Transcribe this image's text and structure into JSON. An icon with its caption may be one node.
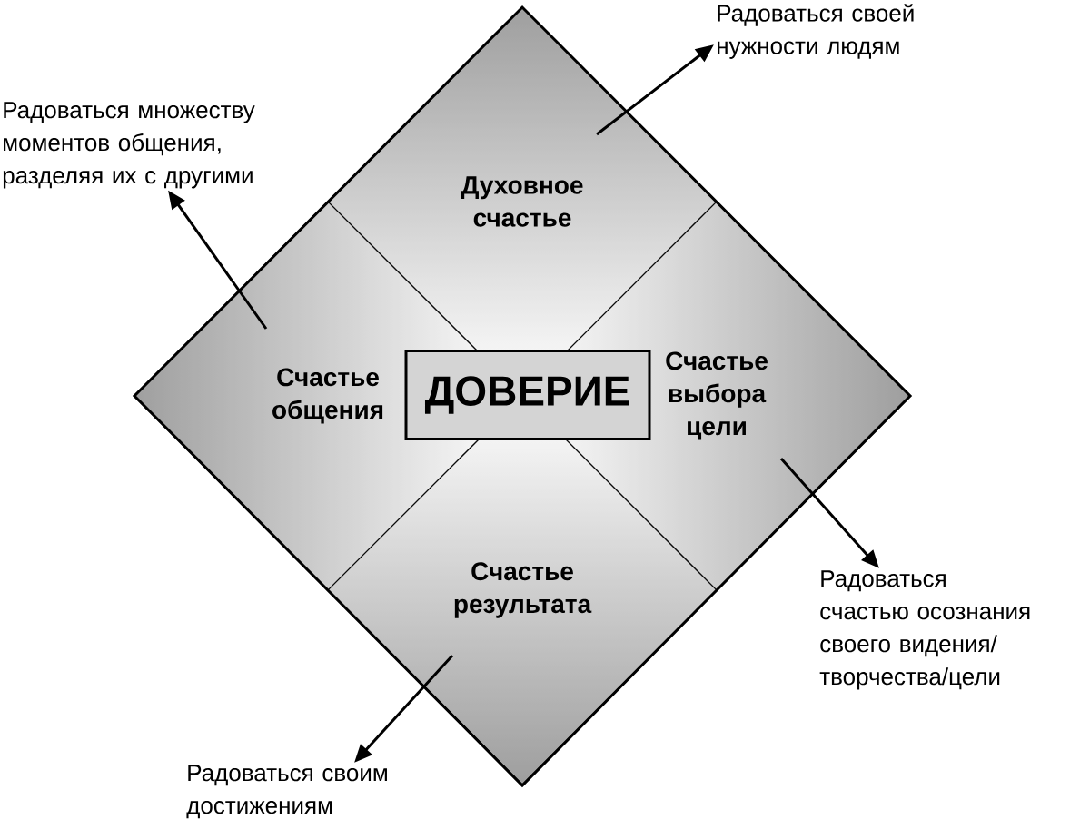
{
  "diagram": {
    "nodes": [
      {
        "text": [
          "Радоваться своей нужности людям"
        ]
      },
      {
        "text": [
          "Радоваться множеству моментов общения, разделяя их с другими"
        ]
      },
      {
        "text": [
          "Духовное счастье"
        ]
      },
      {
        "text": [
          "Счастье общения"
        ]
      },
      {
        "text": [
          "ДОВЕРИЕ"
        ]
      },
      {
        "text": [
          "Счастье выбора цели"
        ]
      },
      {
        "text": [
          "Счастье результата"
        ]
      },
      {
        "text": [
          "Радоваться счастью осознания своего видения/творчества/цели"
        ]
      },
      {
        "text": [
          "Радоваться своим достижениям"
        ]
      }
    ],
    "edges": [
      {
        "from": 2,
        "to": 0,
        "arrow": "to"
      },
      {
        "from": 3,
        "to": 1,
        "arrow": "to"
      },
      {
        "from": 5,
        "to": 7,
        "arrow": "to"
      },
      {
        "from": 6,
        "to": 8,
        "arrow": "to"
      }
    ]
  }
}
